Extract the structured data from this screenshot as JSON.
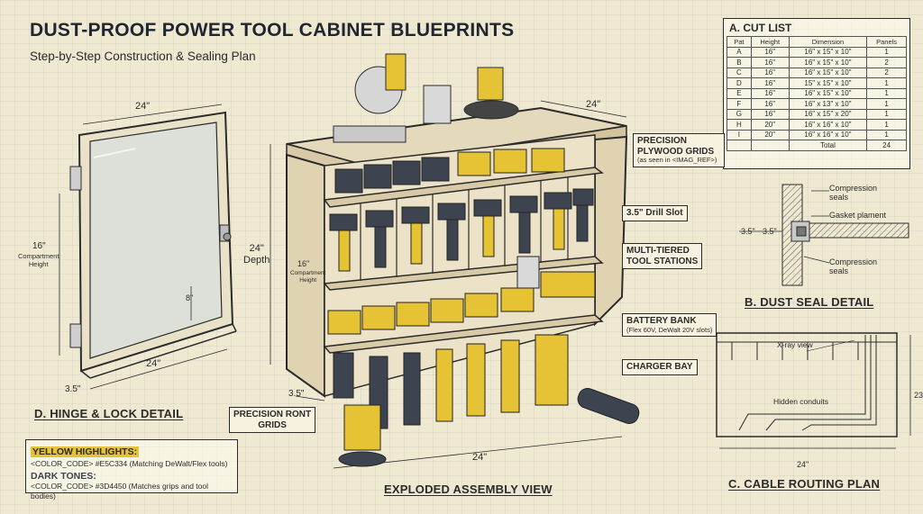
{
  "header": {
    "title": "DUST-PROOF POWER TOOL CABINET BLUEPRINTS",
    "subtitle": "Step-by-Step Construction & Sealing Plan"
  },
  "cut_list": {
    "title": "A. CUT LIST",
    "columns": [
      "Pat",
      "Height",
      "Dimension",
      "Panels"
    ],
    "rows": [
      [
        "A",
        "16\"",
        "16\" x 15\" x 10\"",
        "1"
      ],
      [
        "B",
        "16\"",
        "16\" x 15\" x 10\"",
        "2"
      ],
      [
        "C",
        "16\"",
        "16\" x 15\" x 10\"",
        "2"
      ],
      [
        "D",
        "16\"",
        "15\" x 15\" x 10\"",
        "1"
      ],
      [
        "E",
        "16\"",
        "16\" x 15\" x 10\"",
        "1"
      ],
      [
        "F",
        "16\"",
        "16\" x 13\" x 10\"",
        "1"
      ],
      [
        "G",
        "16\"",
        "16\" x 15\" x 20\"",
        "1"
      ],
      [
        "H",
        "20\"",
        "16\" x 16\" x 10\"",
        "1"
      ],
      [
        "I",
        "20\"",
        "16\" x 16\" x 10\"",
        "1"
      ]
    ],
    "total_label": "Total",
    "total_value": "24"
  },
  "dust_seal": {
    "title": "B. DUST SEAL DETAIL",
    "compression_top": "Compression\nseals",
    "gasket": "Gasket plament",
    "compression_bottom": "Compression\nseals",
    "dim_a": "3.5\"",
    "dim_b": "3.5\""
  },
  "cable_plan": {
    "title": "C. CABLE ROUTING PLAN",
    "xray": "X-ray view",
    "conduits": "Hidden conduits",
    "width": "24\"",
    "height": "23\""
  },
  "hinge": {
    "title": "D. HINGE & LOCK DETAIL",
    "top_width": "24\"",
    "bottom_width": "24\"",
    "height_label": "16\"",
    "height_sub": "Compartment\nHeight",
    "inner_dim": "8\"",
    "depth": "3.5\""
  },
  "assembly": {
    "title": "EXPLODED ASSEMBLY VIEW",
    "top_width": "24\"",
    "bottom_width": "24\"",
    "depth_label": "24\"\nDepth",
    "compartment_label": "16\"",
    "compartment_sub": "Compartment\nHeight",
    "side_depth": "3.5\"",
    "callouts": {
      "plywood": "PRECISION\nPLYWOOD GRIDS",
      "plywood_sub": "(as seen in <IMAG_REF>)",
      "drill_slot": "3.5\" Drill Slot",
      "stations": "MULTI-TIERED\nTOOL STATIONS",
      "battery": "BATTERY BANK",
      "battery_sub": "(Flex 60V, DeWalt 20V slots)",
      "charger": "CHARGER BAY",
      "front": "PRECISION RONT\nGRIDS"
    }
  },
  "legend": {
    "yellow_head": "YELLOW HIGHLIGHTS:",
    "yellow_line": "<COLOR_CODE> #E5C334 (Matching DeWalt/Flex tools)",
    "dark_head": "DARK TONES:",
    "dark_line": "<COLOR_CODE> #3D4450 (Matches grips and tool bodies)"
  },
  "colors": {
    "yellow": "#E5C334",
    "dark": "#3D4450",
    "paper": "#efe9d2",
    "wood": "#e7dcc0"
  }
}
